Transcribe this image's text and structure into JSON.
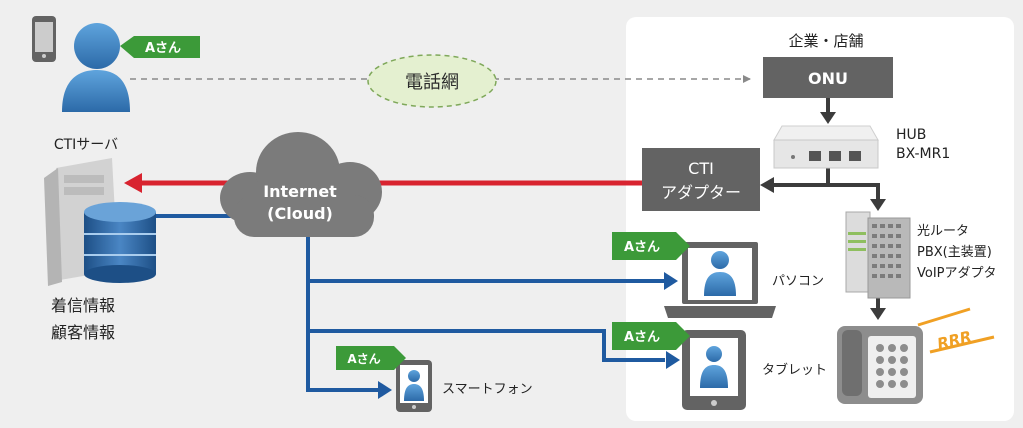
{
  "diagram": {
    "network_label": "電話網",
    "internet_label_1": "Internet",
    "internet_label_2": "(Cloud)",
    "company_label": "企業・店舗",
    "onu_label": "ONU",
    "hub_label_1": "HUB",
    "hub_label_2": "BX-MR1",
    "cti_adapter_label_1": "CTI",
    "cti_adapter_label_2": "アダプター",
    "cti_server_label": "CTIサーバ",
    "incoming_info_label": "着信情報",
    "customer_info_label": "顧客情報",
    "router_label_1": "光ルータ",
    "router_label_2": "PBX(主装置)",
    "router_label_3": "VoIPアダプタ",
    "pc_label": "パソコン",
    "tablet_label": "タブレット",
    "smartphone_label": "スマートフォン",
    "user_tag": "Aさん",
    "ring_text": "RRR"
  },
  "colors": {
    "red_line": "#d8232f",
    "blue_line": "#1f5aa0",
    "dark_arrow": "#3c3c3c",
    "device_gray": "#636363",
    "tag_green": "#3c9a39",
    "cloud_gray": "#7b7b7b",
    "orange_ring": "#f0a024",
    "person_blue": "#3a7fc1"
  }
}
